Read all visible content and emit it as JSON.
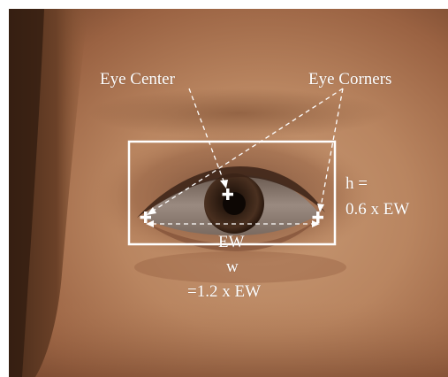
{
  "diagram": {
    "labels": {
      "eye_center": "Eye Center",
      "eye_corners": "Eye Corners",
      "ew": "EW",
      "w": "w",
      "w_formula": "=1.2 x EW",
      "h": "h =",
      "h_formula": "0.6 x EW"
    },
    "colors": {
      "annotation": "#ffffff",
      "skin_light": "#c99a74",
      "skin_mid": "#a8714c",
      "skin_dark": "#6e4228",
      "hair": "#3b2416",
      "iris": "#3a2418",
      "pupil": "#120a06"
    }
  }
}
